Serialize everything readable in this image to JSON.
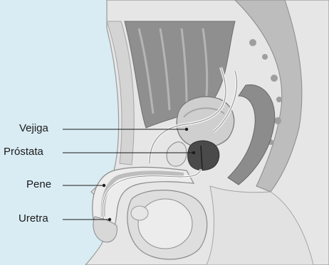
{
  "labels": {
    "bladder": "Vejiga",
    "prostate": "Próstata",
    "penis": "Pene",
    "urethra": "Uretra"
  },
  "colors": {
    "background": "#d9ecf3",
    "tissue_light": "#e8e8e8",
    "tissue_mid": "#c9c9c9",
    "tissue_dark": "#9a9a9a",
    "intestine": "#8f8f8f",
    "prostate": "#4a4a4a",
    "leader_line": "#1a1a1a"
  }
}
